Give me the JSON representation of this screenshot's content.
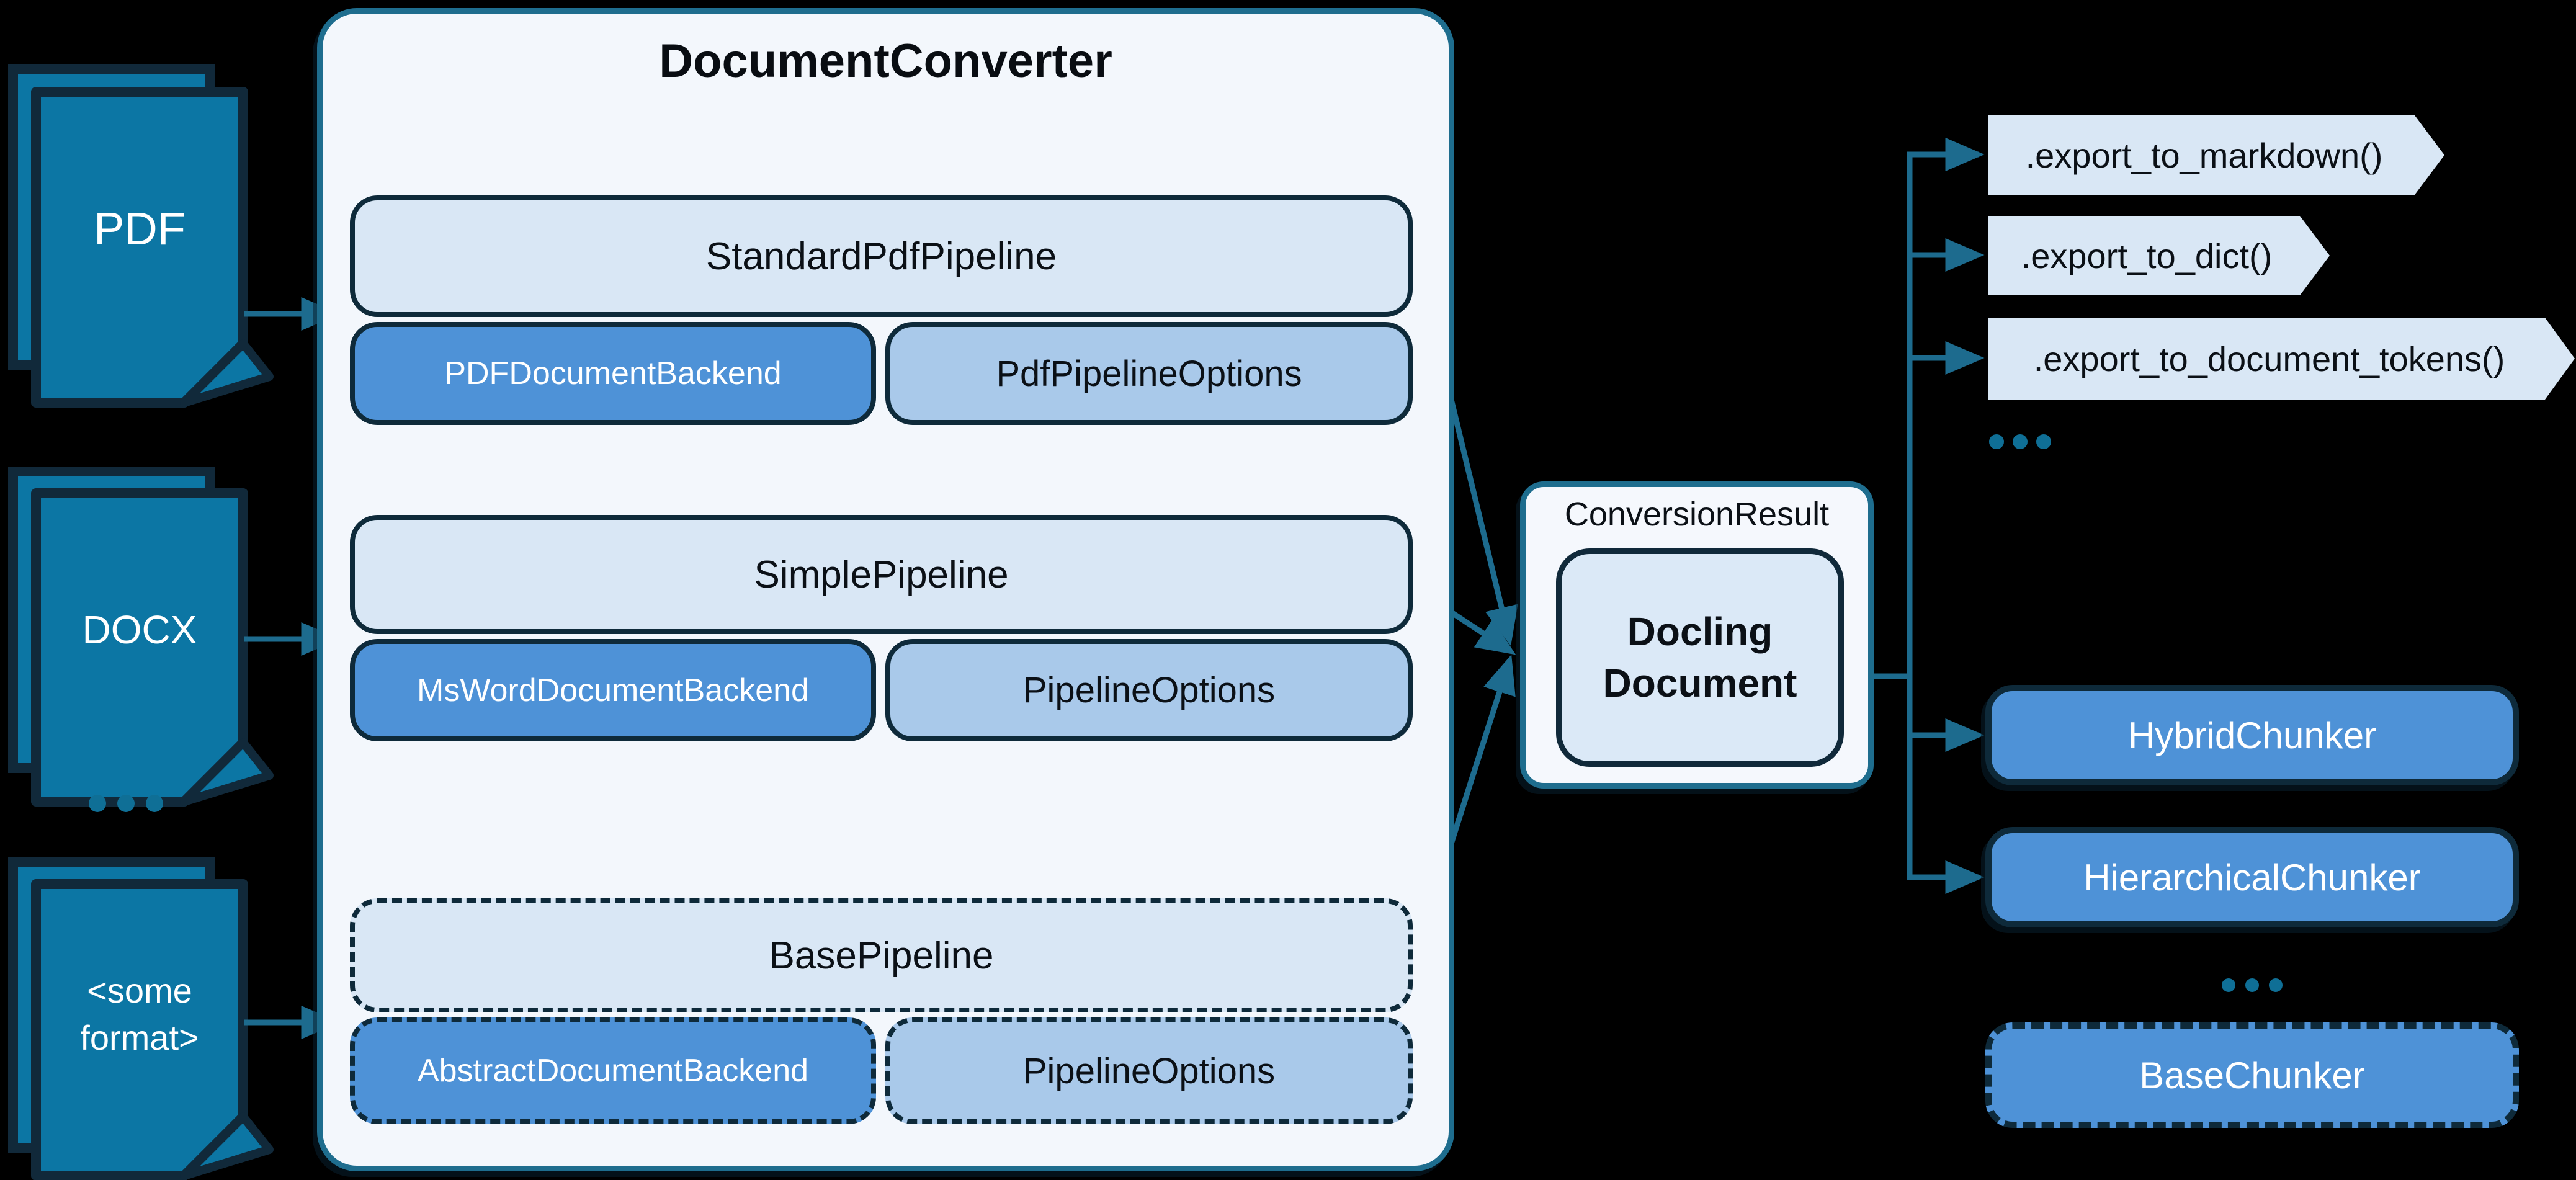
{
  "title": "DocumentConverter",
  "inputs": {
    "formats": [
      {
        "label": "PDF"
      },
      {
        "label": "DOCX"
      },
      {
        "label": "<some format>"
      }
    ],
    "ellipsis": "..."
  },
  "converter": {
    "pipelines": [
      {
        "name": "StandardPdfPipeline",
        "backend": "PDFDocumentBackend",
        "options": "PdfPipelineOptions",
        "dashed": false
      },
      {
        "name": "SimplePipeline",
        "backend": "MsWordDocumentBackend",
        "options": "PipelineOptions",
        "dashed": false
      },
      {
        "name": "BasePipeline",
        "backend": "AbstractDocumentBackend",
        "options": "PipelineOptions",
        "dashed": true
      }
    ],
    "ellipsis": "..."
  },
  "result": {
    "label": "ConversionResult",
    "document": "Docling Document"
  },
  "exports": {
    "methods": [
      {
        "label": ".export_to_markdown()"
      },
      {
        "label": ".export_to_dict()"
      },
      {
        "label": ".export_to_document_tokens()"
      }
    ],
    "ellipsis": "..."
  },
  "chunkers": {
    "items": [
      {
        "label": "HybridChunker",
        "dashed": false
      },
      {
        "label": "HierarchicalChunker",
        "dashed": false
      },
      {
        "label": "BaseChunker",
        "dashed": true
      }
    ],
    "ellipsis": "..."
  },
  "colors": {
    "background": "#000000",
    "teal_line": "#1d6b8e",
    "navy_border": "#0e2a3a",
    "document_fill": "#0c76a4",
    "container_fill": "#f3f7fc",
    "header_fill": "#d9e7f5",
    "backend_fill": "#4e92d7",
    "options_fill": "#a9c9ea",
    "result_fill": "#f5f8fd",
    "docling_fill": "#dbe9f7",
    "text_dark": "#0b1016",
    "text_light": "#ffffff"
  }
}
